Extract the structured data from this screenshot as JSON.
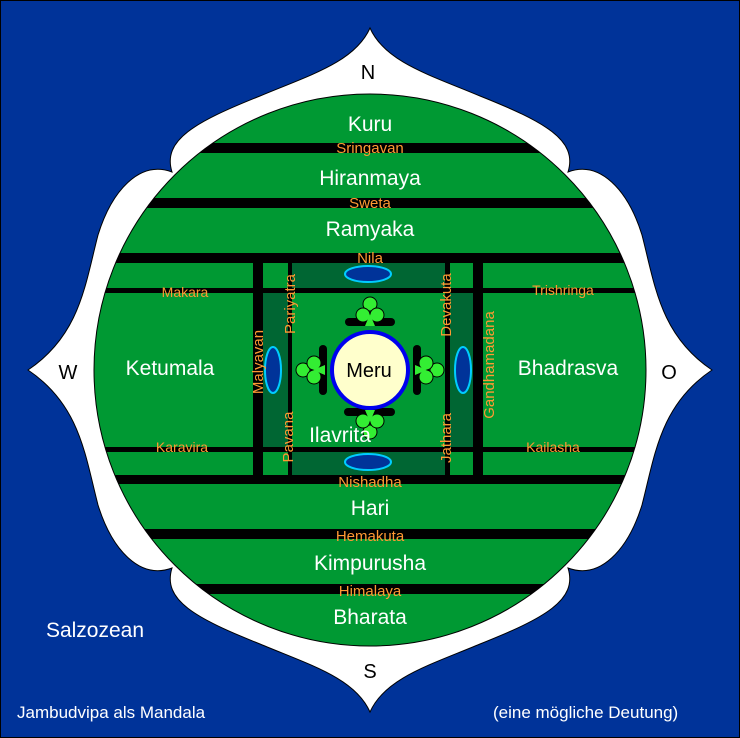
{
  "title": "Jambudvipa als Mandala",
  "subtitle": "(eine mögliche Deutung)",
  "ocean": "Salzozean",
  "directions": {
    "north": "N",
    "south": "S",
    "west": "W",
    "east": "O"
  },
  "center": "Meru",
  "central_region": "Ilavrita",
  "regions": {
    "kuru": "Kuru",
    "hiranmaya": "Hiranmaya",
    "ramyaka": "Ramyaka",
    "ketumala": "Ketumala",
    "bhadrasva": "Bhadrasva",
    "hari": "Hari",
    "kimpurusha": "Kimpurusha",
    "bharata": "Bharata"
  },
  "mountains": {
    "sringavan": "Sringavan",
    "sweta": "Sweta",
    "nila": "Nila",
    "makara": "Makara",
    "trishringa": "Trishringa",
    "karavira": "Karavira",
    "kailasha": "Kailasha",
    "nishadha": "Nishadha",
    "hemakuta": "Hemakuta",
    "himalaya": "Himalaya",
    "malyavan": "Malyavan",
    "pariyatra": "Pariyatra",
    "pavana": "Pavana",
    "devakuta": "Devakuta",
    "jathara": "Jathara",
    "gandhamadana": "Gandhamadana"
  },
  "colors": {
    "ocean": "#003399",
    "land": "#009933",
    "inner": "#006633",
    "mountain_label": "#ff9933",
    "meru": "#ffffcc"
  }
}
